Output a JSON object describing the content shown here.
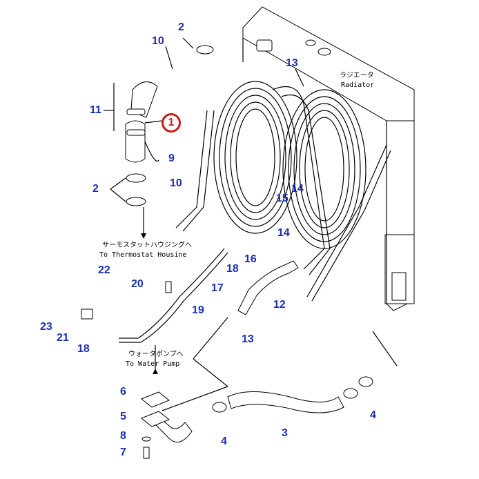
{
  "notes": {
    "radiator_jp": "ラジエータ",
    "radiator_en": "Radiator",
    "thermostat_jp": "サーモスタットハウジングへ",
    "thermostat_en": "To Thermostat Housine",
    "waterpump_jp": "ウォータポンプへ",
    "waterpump_en": "To Water Pump"
  },
  "highlight": {
    "label": "1",
    "color": "#d01818"
  },
  "callouts": {
    "c10a": "10",
    "c2a": "2",
    "c13a": "13",
    "c11": "11",
    "c9": "9",
    "c2b": "2",
    "c10b": "10",
    "c14a": "14",
    "c15": "15",
    "c14b": "14",
    "c18a": "18",
    "c16": "16",
    "c22": "22",
    "c20": "20",
    "c17": "17",
    "c19": "19",
    "c12": "12",
    "c23": "23",
    "c21": "21",
    "c18b": "18",
    "c13b": "13",
    "c6": "6",
    "c5": "5",
    "c8": "8",
    "c7": "7",
    "c4a": "4",
    "c3": "3",
    "c4b": "4"
  },
  "colors": {
    "callout": "#1a2fb8",
    "line": "#000000"
  }
}
